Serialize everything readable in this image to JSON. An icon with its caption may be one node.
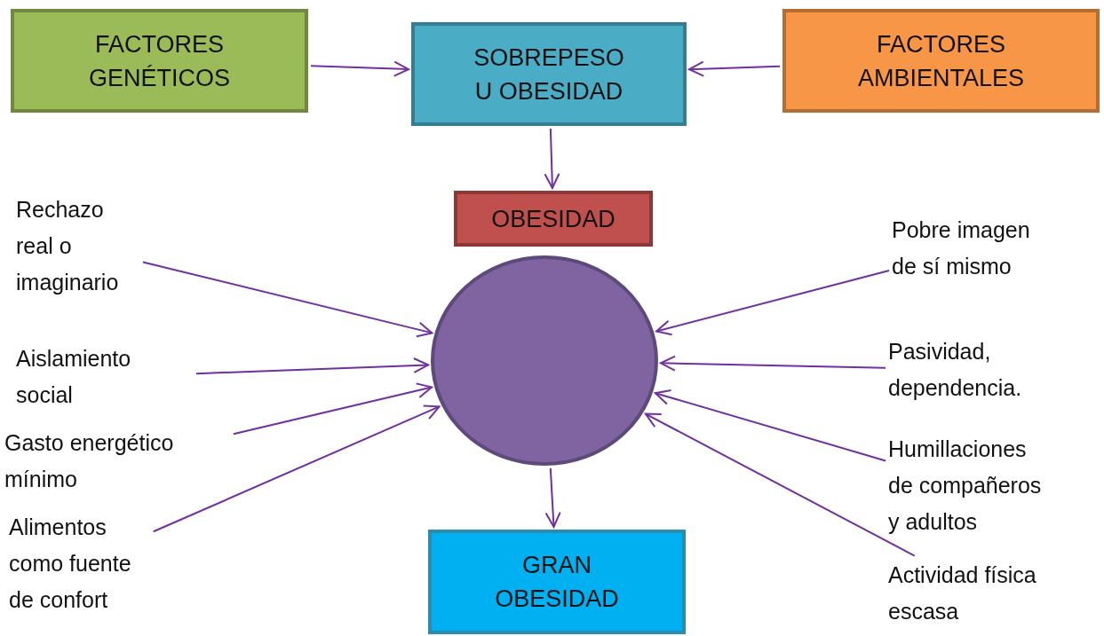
{
  "diagram": {
    "nodes": [
      {
        "text": [
          "FACTORES GENÉTICOS"
        ]
      },
      {
        "text": [
          "SOBREPESO U OBESIDAD"
        ]
      },
      {
        "text": [
          "FACTORES AMBIENTALES"
        ]
      },
      {
        "text": [
          "OBESIDAD"
        ]
      },
      {
        "text": [],
        "shape": "circle"
      },
      {
        "text": [
          "GRAN OBESIDAD"
        ]
      },
      {
        "text": [
          "Rechazo real o imaginario"
        ]
      },
      {
        "text": [
          "Aislamiento social"
        ]
      },
      {
        "text": [
          "Gasto energético mínimo"
        ]
      },
      {
        "text": [
          "Alimentos como fuente de confort"
        ]
      },
      {
        "text": [
          "Pobre imagen de sí mismo"
        ]
      },
      {
        "text": [
          "Pasividad, dependencia."
        ]
      },
      {
        "text": [
          "Humillaciones de compañeros y adultos"
        ]
      },
      {
        "text": [
          "Actividad física escasa"
        ]
      }
    ],
    "edges": [
      {
        "from": 0,
        "to": 1,
        "arrow": "to"
      },
      {
        "from": 2,
        "to": 1,
        "arrow": "to"
      },
      {
        "from": 1,
        "to": 3,
        "arrow": "to"
      },
      {
        "from": 4,
        "to": 5,
        "arrow": "to"
      },
      {
        "from": 6,
        "to": 4,
        "arrow": "to"
      },
      {
        "from": 7,
        "to": 4,
        "arrow": "to"
      },
      {
        "from": 8,
        "to": 4,
        "arrow": "to"
      },
      {
        "from": 9,
        "to": 4,
        "arrow": "to"
      },
      {
        "from": 10,
        "to": 4,
        "arrow": "to"
      },
      {
        "from": 11,
        "to": 4,
        "arrow": "to"
      },
      {
        "from": 12,
        "to": 4,
        "arrow": "to"
      },
      {
        "from": 13,
        "to": 4,
        "arrow": "to"
      }
    ]
  }
}
